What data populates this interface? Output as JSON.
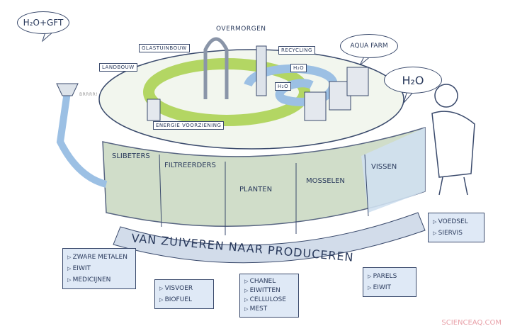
{
  "bubbles": {
    "left": "H₂O+GFT",
    "aqua": "AQUA FARM",
    "right": "H₂O"
  },
  "city_labels": {
    "top": "OVERMORGEN",
    "glastuinbouw": "GLASTUINBOUW",
    "landbouw": "LANDBOUW",
    "recycling": "RECYCLING",
    "energie": "ENERGIE VOORZIENING",
    "h2o_a": "H₂O",
    "h2o_b": "H₂O",
    "sound": "BRRRR!"
  },
  "tanks": [
    "SLIBETERS",
    "FILTREERDERS",
    "PLANTEN",
    "MOSSELEN",
    "VISSEN"
  ],
  "banner": "VAN ZUIVEREN NAAR PRODUCEREN",
  "lists": {
    "slibeters": [
      "ZWARE METALEN",
      "EIWIT",
      "MEDICIJNEN"
    ],
    "filtreerders": [
      "VISVOER",
      "BIOFUEL"
    ],
    "planten": [
      "CHANEL",
      "EIWITTEN",
      "CELLULOSE",
      "MEST"
    ],
    "mosselen": [
      "PARELS",
      "EIWIT"
    ],
    "vissen": [
      "VOEDSEL",
      "SIERVIS"
    ]
  },
  "watermark": "SCIENCEAQ.COM",
  "colors": {
    "ink": "#2a3a5c",
    "green": "#a8d04a",
    "water": "#9cc0e4",
    "tank": "#c8d8c0",
    "box": "#dfe9f6"
  }
}
